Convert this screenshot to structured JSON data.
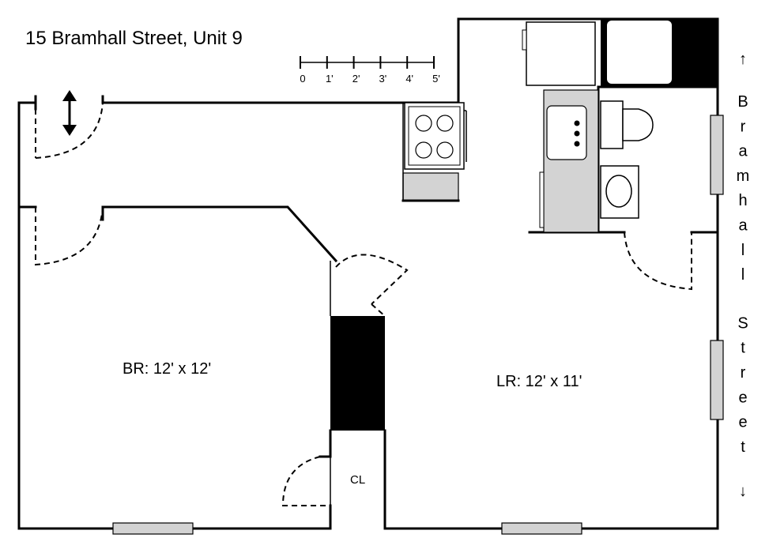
{
  "address": "15 Bramhall Street, Unit 9",
  "scale": {
    "ticks": [
      "0",
      "1'",
      "2'",
      "3'",
      "4'",
      "5'"
    ]
  },
  "rooms": {
    "bedroom": "BR: 12' x 12'",
    "living_room": "LR: 12' x 11'",
    "closet": "CL"
  },
  "street": {
    "arrow_up": "↑",
    "letters": [
      "B",
      "r",
      "a",
      "m",
      "h",
      "a",
      "l",
      "l",
      "S",
      "t",
      "r",
      "e",
      "e",
      "t"
    ],
    "arrow_down": "↓"
  },
  "colors": {
    "wall": "#000000",
    "fixture_fill": "#d3d3d3",
    "background": "#ffffff"
  }
}
